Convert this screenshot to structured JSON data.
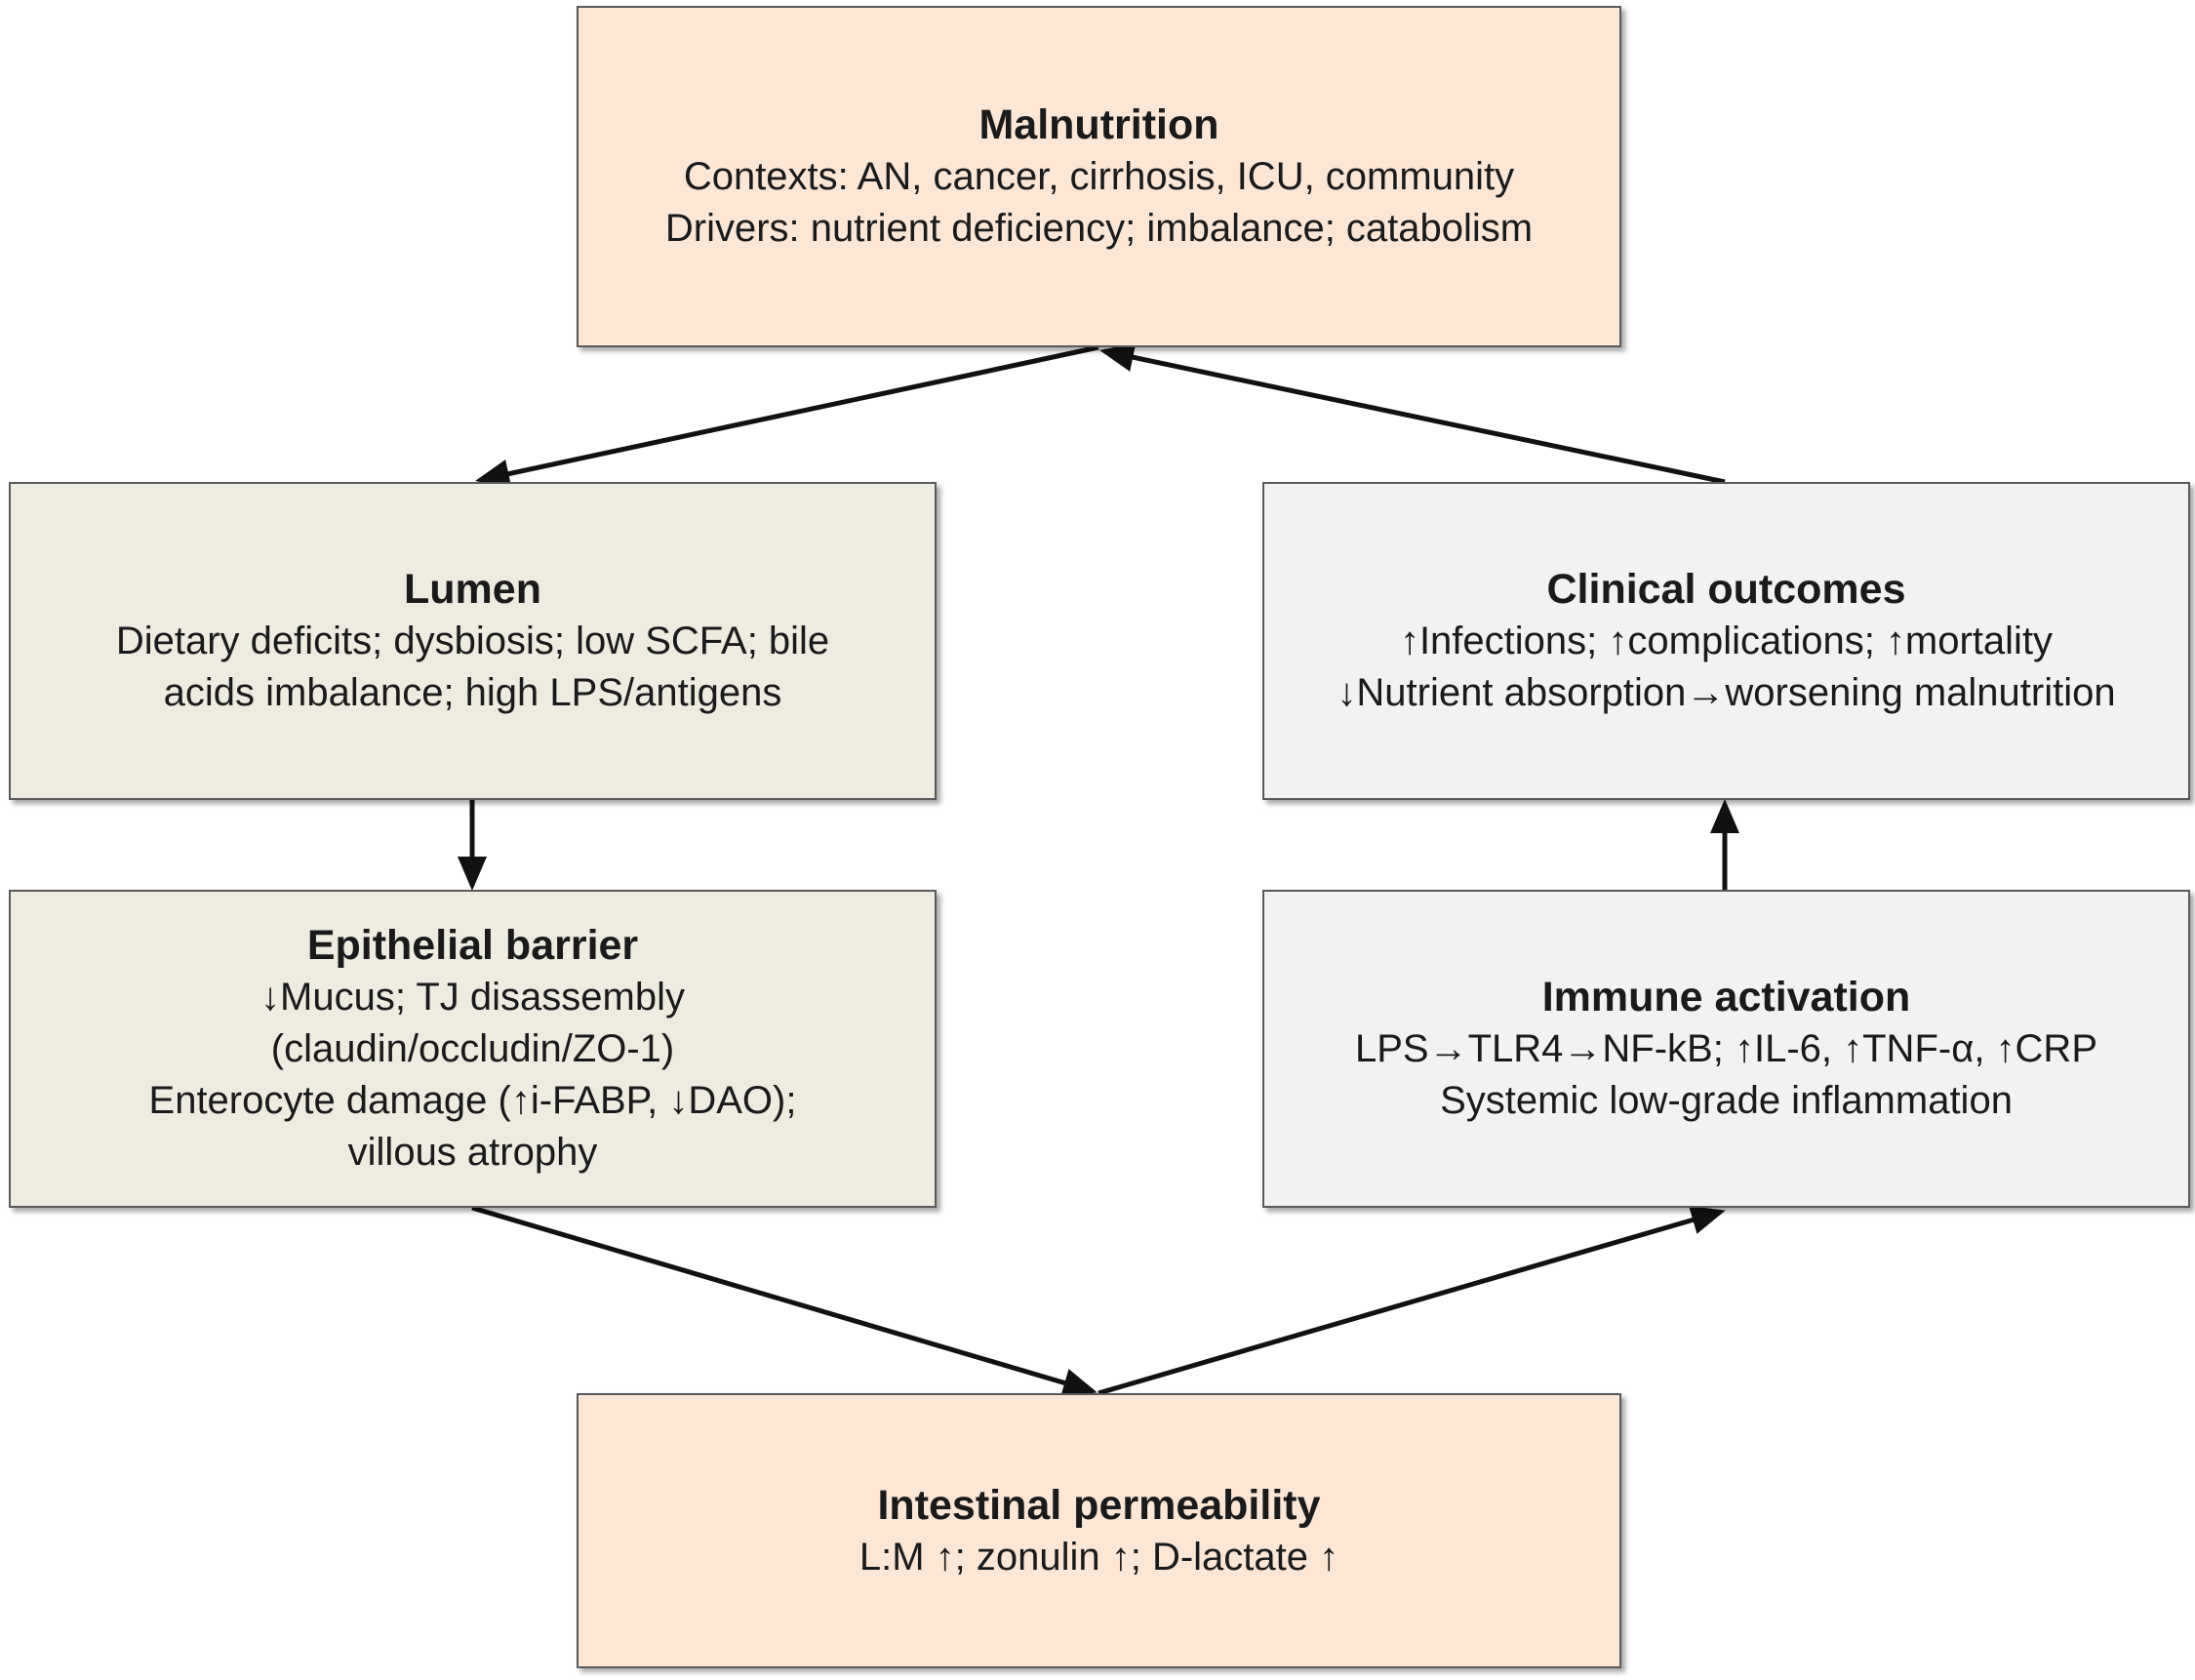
{
  "malnutrition": {
    "title": "Malnutrition",
    "lines": [
      "Contexts: AN, cancer, cirrhosis, ICU, community",
      "Drivers: nutrient deficiency; imbalance; catabolism"
    ]
  },
  "lumen": {
    "title": "Lumen",
    "lines": [
      "Dietary deficits; dysbiosis; low SCFA; bile",
      "acids imbalance; high LPS/antigens"
    ]
  },
  "epithelial": {
    "title": "Epithelial barrier",
    "lines": [
      "↓Mucus; TJ disassembly",
      "(claudin/occludin/ZO-1)",
      "Enterocyte damage (↑i-FABP, ↓DAO);",
      "villous atrophy"
    ]
  },
  "clinical": {
    "title": "Clinical outcomes",
    "lines": [
      "↑Infections; ↑complications; ↑mortality",
      "↓Nutrient absorption→worsening malnutrition"
    ]
  },
  "immune": {
    "title": "Immune activation",
    "lines": [
      "LPS→TLR4→NF-kB; ↑IL-6, ↑TNF-α, ↑CRP",
      "Systemic low-grade inflammation"
    ]
  },
  "permeability": {
    "title": "Intestinal permeability",
    "lines": [
      "L:M ↑; zonulin ↑; D-lactate ↑"
    ]
  },
  "colors": {
    "peach_fill": "#fce6d5",
    "beige_fill": "#eeece1",
    "grey_fill": "#f2f2f2",
    "border": "#5a5a5a",
    "arrow": "#111111"
  }
}
